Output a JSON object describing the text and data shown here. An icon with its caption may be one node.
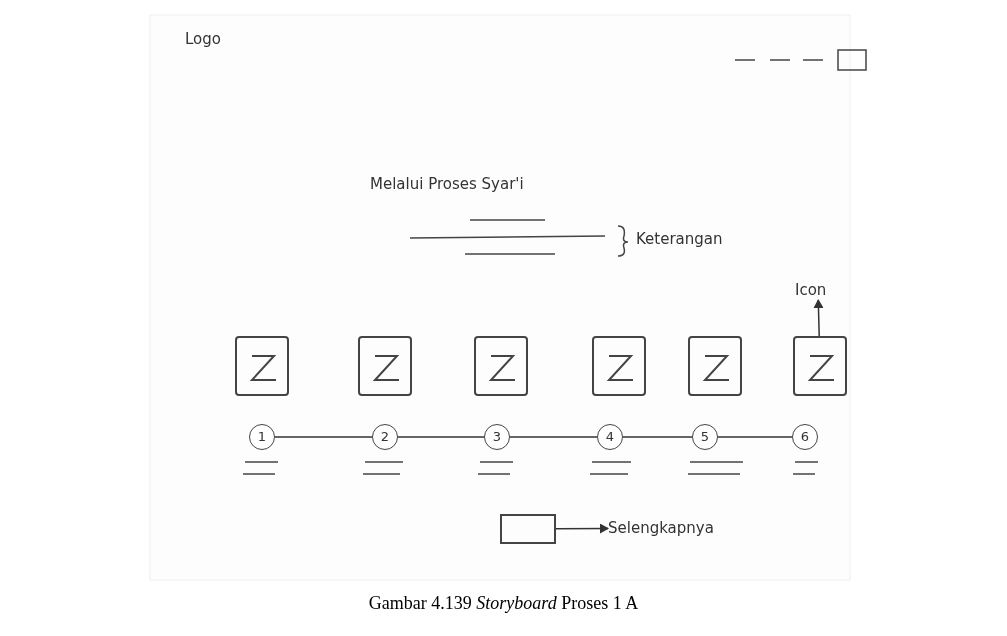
{
  "diagram": {
    "caption": "Gambar 4.139 *Storyboard* Proses 1 A",
    "nodes": [
      {
        "text": [
          "Icon"
        ]
      },
      {
        "text": [],
        "shape": "picture"
      },
      {
        "text": [],
        "shape": "picture"
      },
      {
        "text": [],
        "shape": "picture"
      },
      {
        "text": [],
        "shape": "picture"
      },
      {
        "text": [],
        "shape": "picture"
      },
      {
        "text": [],
        "shape": "picture"
      },
      {
        "text": [
          "1"
        ]
      },
      {
        "text": [
          "2"
        ]
      },
      {
        "text": [
          "3"
        ]
      },
      {
        "text": [
          "4"
        ]
      },
      {
        "text": [
          "5"
        ]
      },
      {
        "text": [
          "6"
        ]
      },
      {
        "text": [],
        "shape": "box"
      },
      {
        "text": [
          "Selengkapnya"
        ]
      }
    ],
    "edges": [
      {
        "from": 6,
        "to": 0,
        "arrow": "to"
      },
      {
        "from": 7,
        "to": 8,
        "arrow": "none"
      },
      {
        "from": 8,
        "to": 9,
        "arrow": "none"
      },
      {
        "from": 9,
        "to": 10,
        "arrow": "none"
      },
      {
        "from": 10,
        "to": 11,
        "arrow": "none"
      },
      {
        "from": 11,
        "to": 12,
        "arrow": "none"
      },
      {
        "from": 13,
        "to": 14,
        "arrow": "to"
      }
    ],
    "labels": [
      "Logo",
      "Melalui Proses Syar'i",
      "Keterangan"
    ]
  }
}
